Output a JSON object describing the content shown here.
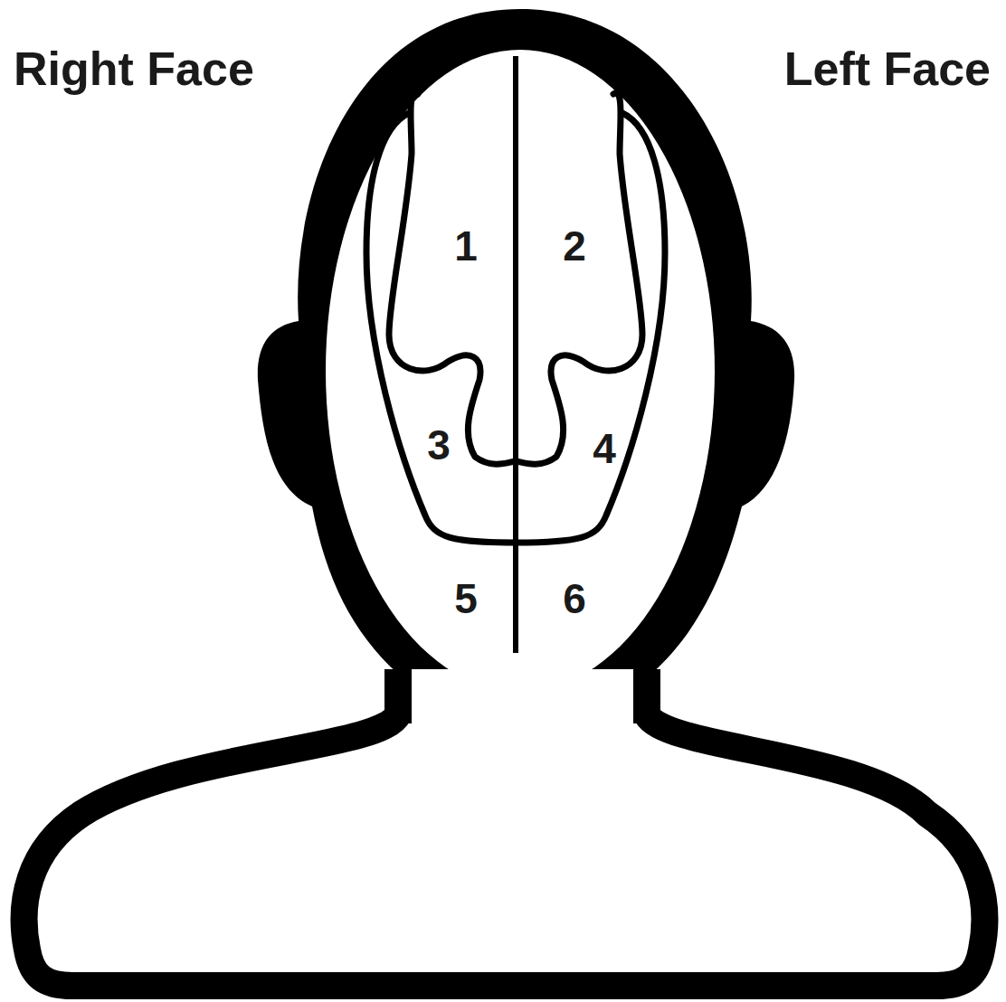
{
  "diagram": {
    "labels": [
      "Right Face",
      "Left Face",
      "1",
      "2",
      "3",
      "4",
      "5",
      "6"
    ]
  }
}
